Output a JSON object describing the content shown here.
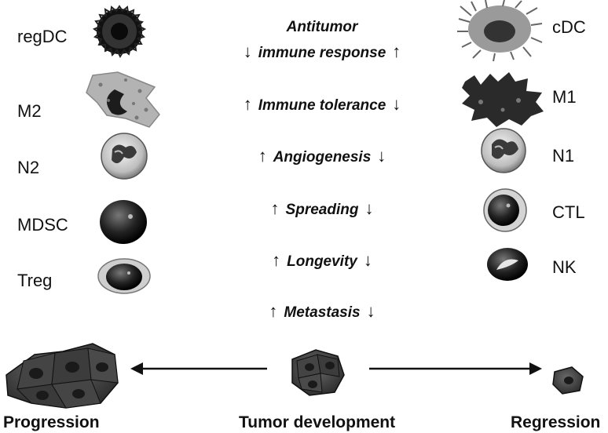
{
  "left_cells": [
    {
      "label": "regDC"
    },
    {
      "label": "M2"
    },
    {
      "label": "N2"
    },
    {
      "label": "MDSC"
    },
    {
      "label": "Treg"
    }
  ],
  "right_cells": [
    {
      "label": "cDC"
    },
    {
      "label": "M1"
    },
    {
      "label": "N1"
    },
    {
      "label": "CTL"
    },
    {
      "label": "NK"
    }
  ],
  "effects": {
    "antitumor_line1": "Antitumor",
    "antitumor_line2": "immune response",
    "immune_tolerance": "Immune tolerance",
    "angiogenesis": "Angiogenesis",
    "spreading": "Spreading",
    "longevity": "Longevity",
    "metastasis": "Metastasis"
  },
  "arrows": {
    "up": "↑",
    "down": "↓"
  },
  "bottom": {
    "progression": "Progression",
    "tumor_development": "Tumor development",
    "regression": "Regression"
  }
}
